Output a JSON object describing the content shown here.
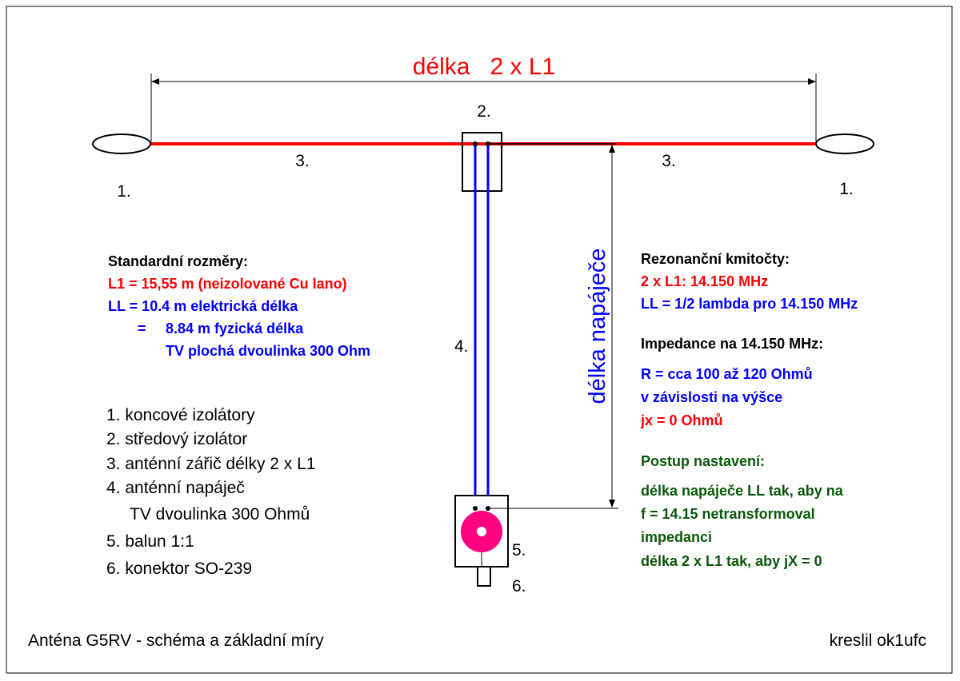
{
  "colors": {
    "red": "#ff0000",
    "blue": "#0000ff",
    "green": "#0a570a",
    "pink": "#ff0080",
    "black": "#000000"
  },
  "dimension_title": "délka   2 x L1",
  "feeder_dimension": "délka napáječe",
  "labels": {
    "center": "2.",
    "wire_left": "3.",
    "wire_right": "3.",
    "ins_left": "1.",
    "ins_right": "1.",
    "feeder": "4.",
    "balun": "5.",
    "connector": "6."
  },
  "standard": {
    "heading": "Standardní rozměry:",
    "l1": "L1 = 15,55 m (neizolované Cu lano)",
    "ll": "LL = 10.4 m elektrická délka",
    "ll_eq": "=",
    "ll_phys": "8.84 m fyzická délka",
    "ll_type": "TV plochá dvoulinka 300 Ohm"
  },
  "legend": [
    "1. koncové izolátory",
    "2. středový izolátor",
    "3. anténní zářič délky 2 x L1",
    "4. anténní napáječ",
    "TV dvoulinka 300 Ohmů",
    "5. balun 1:1",
    "6. konektor SO-239"
  ],
  "resonance": {
    "heading": "Rezonanční kmitočty:",
    "l1": "2 x L1:  14.150 MHz",
    "ll": "LL = 1/2 lambda pro 14.150 MHz"
  },
  "impedance": {
    "heading": "Impedance na 14.150 MHz:",
    "r": "R = cca 100 až 120 Ohmů",
    "r2": "v závislosti na výšce",
    "jx": "jx = 0 Ohmů"
  },
  "procedure": {
    "heading": "Postup nastavení:",
    "lines": [
      "délka napáječe LL tak, aby na",
      "f = 14.15 netransformoval",
      "impedanci",
      "délka 2 x L1 tak, aby jX = 0"
    ]
  },
  "footer": {
    "title": "Anténa G5RV - schéma a základní míry",
    "author": "kreslil ok1ufc"
  }
}
